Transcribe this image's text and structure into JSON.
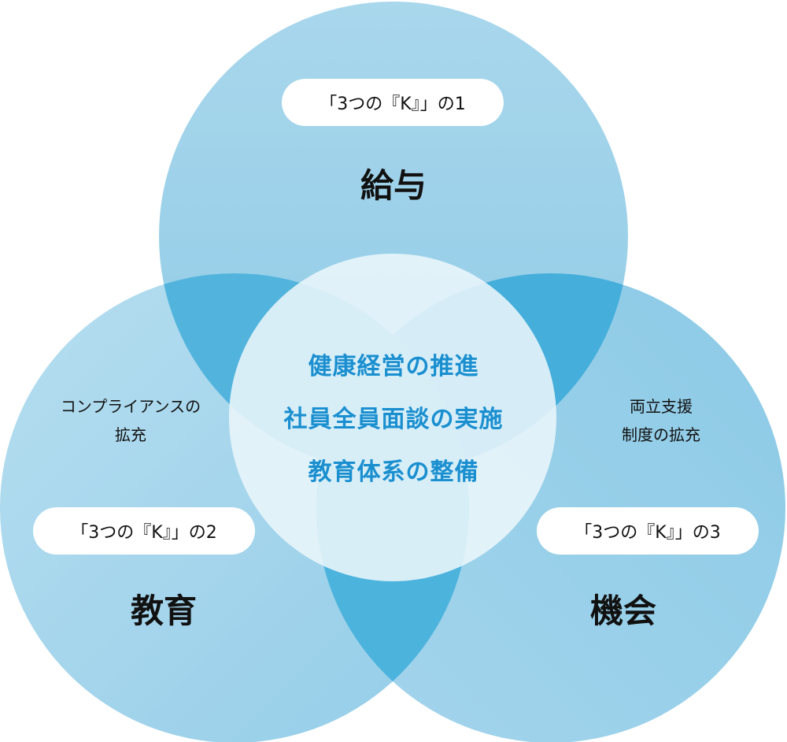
{
  "colors": {
    "circle_fill": "#9fd2ea",
    "pair_overlap": "#4db2dc",
    "center_disc": "#eaf6fb",
    "center_text": "#1a8fd0"
  },
  "circles": {
    "top": {
      "badge": "「3つの『K』」の1",
      "title": "給与"
    },
    "left": {
      "badge": "「3つの『K』」の2",
      "title": "教育",
      "note_line1": "コンプライアンスの",
      "note_line2": "拡充"
    },
    "right": {
      "badge": "「3つの『K』」の3",
      "title": "機会",
      "note_line1": "両立支援",
      "note_line2": "制度の拡充"
    }
  },
  "center": {
    "items": [
      "健康経営の推進",
      "社員全員面談の実施",
      "教育体系の整備"
    ]
  }
}
